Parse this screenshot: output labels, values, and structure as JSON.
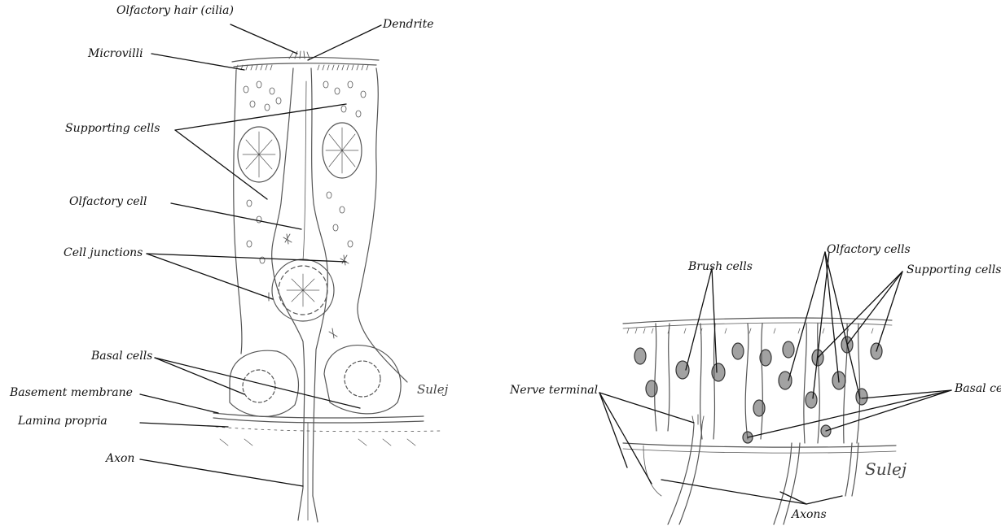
{
  "left_figure": {
    "labels": {
      "olfactory_hair": "Olfactory hair (cilia)",
      "dendrite": "Dendrite",
      "microvilli": "Microvilli",
      "supporting_cells": "Supporting cells",
      "olfactory_cell": "Olfactory cell",
      "cell_junctions": "Cell junctions",
      "basal_cells": "Basal cells",
      "basement_membrane": "Basement membrane",
      "lamina_propria": "Lamina propria",
      "axon": "Axon"
    },
    "signature": "Sulej"
  },
  "right_figure": {
    "labels": {
      "brush_cells": "Brush cells",
      "olfactory_cells": "Olfactory cells",
      "supporting_cells": "Supporting cells",
      "nerve_terminal": "Nerve terminal",
      "basal_cells": "Basal cells",
      "axons": "Axons"
    },
    "signature": "Sulej"
  }
}
